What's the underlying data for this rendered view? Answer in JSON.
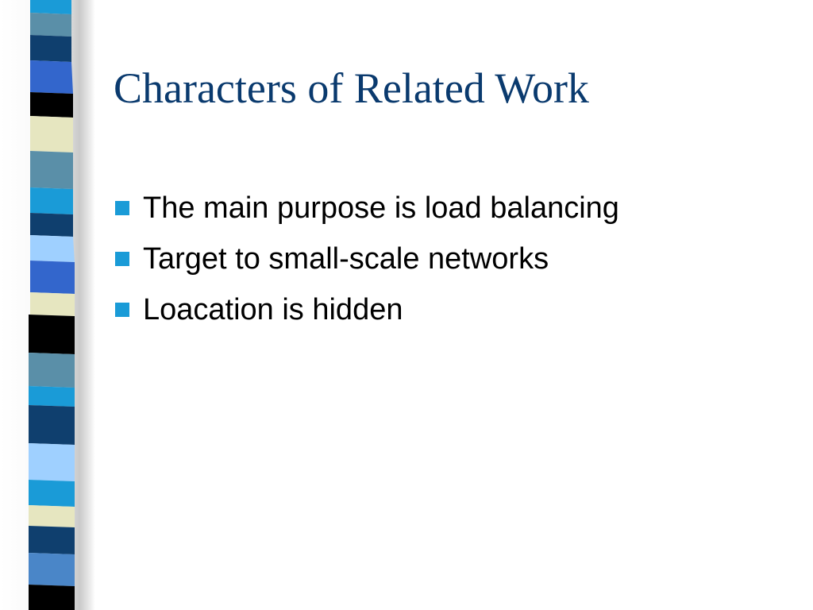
{
  "slide": {
    "title": "Characters of Related Work",
    "bullets": [
      "The main purpose is load balancing",
      "Target to small-scale networks",
      "Loacation is hidden"
    ]
  },
  "colors": {
    "title": "#0a3a6e",
    "bullet_marker": "#1a9bd7",
    "text": "#000000",
    "stripe_palette": [
      "#5a8fa8",
      "#0f3f6e",
      "#3366cc",
      "#000000",
      "#e6e6c0",
      "#1a9bd7",
      "#9fd0ff",
      "#4a86c8"
    ]
  },
  "icons": {
    "bullet": "square-bullet-icon"
  }
}
